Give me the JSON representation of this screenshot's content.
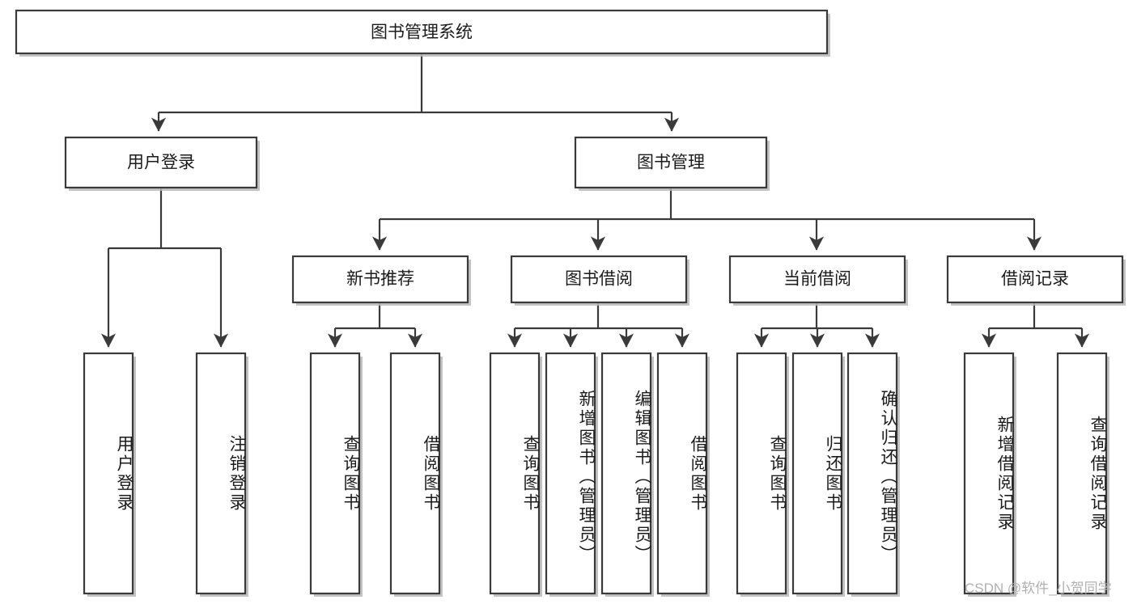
{
  "diagram": {
    "title": "图书管理系统",
    "type": "tree-hierarchy",
    "orientation": "top-down",
    "root": {
      "label": "图书管理系统"
    },
    "level2": [
      {
        "label": "用户登录"
      },
      {
        "label": "图书管理"
      }
    ],
    "level3": [
      {
        "label": "新书推荐",
        "parent": "图书管理"
      },
      {
        "label": "图书借阅",
        "parent": "图书管理"
      },
      {
        "label": "当前借阅",
        "parent": "图书管理"
      },
      {
        "label": "借阅记录",
        "parent": "图书管理"
      }
    ],
    "leaves": {
      "user_login": [
        {
          "label": "用户登录"
        },
        {
          "label": "注销登录"
        }
      ],
      "new_book_recommend": [
        {
          "label": "查询图书"
        },
        {
          "label": "借阅图书"
        }
      ],
      "book_borrow": [
        {
          "label": "查询图书"
        },
        {
          "label": "新增图书（管理员）"
        },
        {
          "label": "编辑图书（管理员）"
        },
        {
          "label": "借阅图书"
        }
      ],
      "current_borrow": [
        {
          "label": "查询图书"
        },
        {
          "label": "归还图书"
        },
        {
          "label": "确认归还（管理员）"
        }
      ],
      "borrow_record": [
        {
          "label": "新增借阅记录"
        },
        {
          "label": "查询借阅记录"
        }
      ]
    }
  },
  "watermark": {
    "text": "CSDN @软件_小贺同学"
  },
  "colors": {
    "box_stroke": "#3a3a3a",
    "box_fill": "#ffffff",
    "text": "#1b1b1b",
    "watermark": "#b0b0b0",
    "shadow": "#b8b8b8"
  }
}
